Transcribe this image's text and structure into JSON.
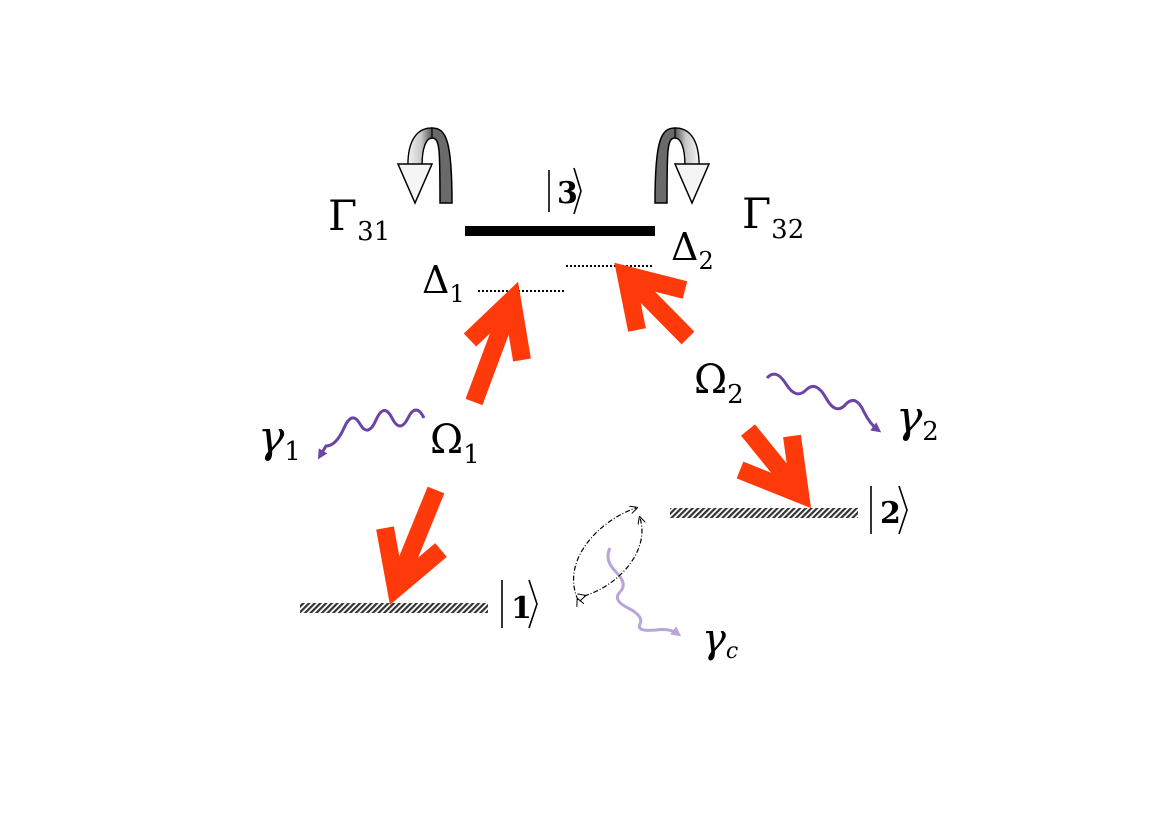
{
  "levels": {
    "excited": {
      "symbol": "3"
    },
    "ground1": {
      "symbol": "1"
    },
    "ground2": {
      "symbol": "2"
    }
  },
  "rates": {
    "gamma31": {
      "main": "Γ",
      "sub": "31"
    },
    "gamma32": {
      "main": "Γ",
      "sub": "32"
    }
  },
  "detunings": {
    "delta1": {
      "main": "Δ",
      "sub": "1"
    },
    "delta2": {
      "main": "Δ",
      "sub": "2"
    }
  },
  "rabi": {
    "omega1": {
      "main": "Ω",
      "sub": "1"
    },
    "omega2": {
      "main": "Ω",
      "sub": "2"
    }
  },
  "dephasing": {
    "g1": {
      "main": "γ",
      "sub": "1"
    },
    "g2": {
      "main": "γ",
      "sub": "2"
    },
    "gc": {
      "main": "γ",
      "sub": "c"
    }
  },
  "colors": {
    "field": "#ff3a0a",
    "wave": "#6a44a6",
    "wave_faint": "#b8a6d8",
    "excited_level": "#000000",
    "ground_level": "#444444"
  }
}
